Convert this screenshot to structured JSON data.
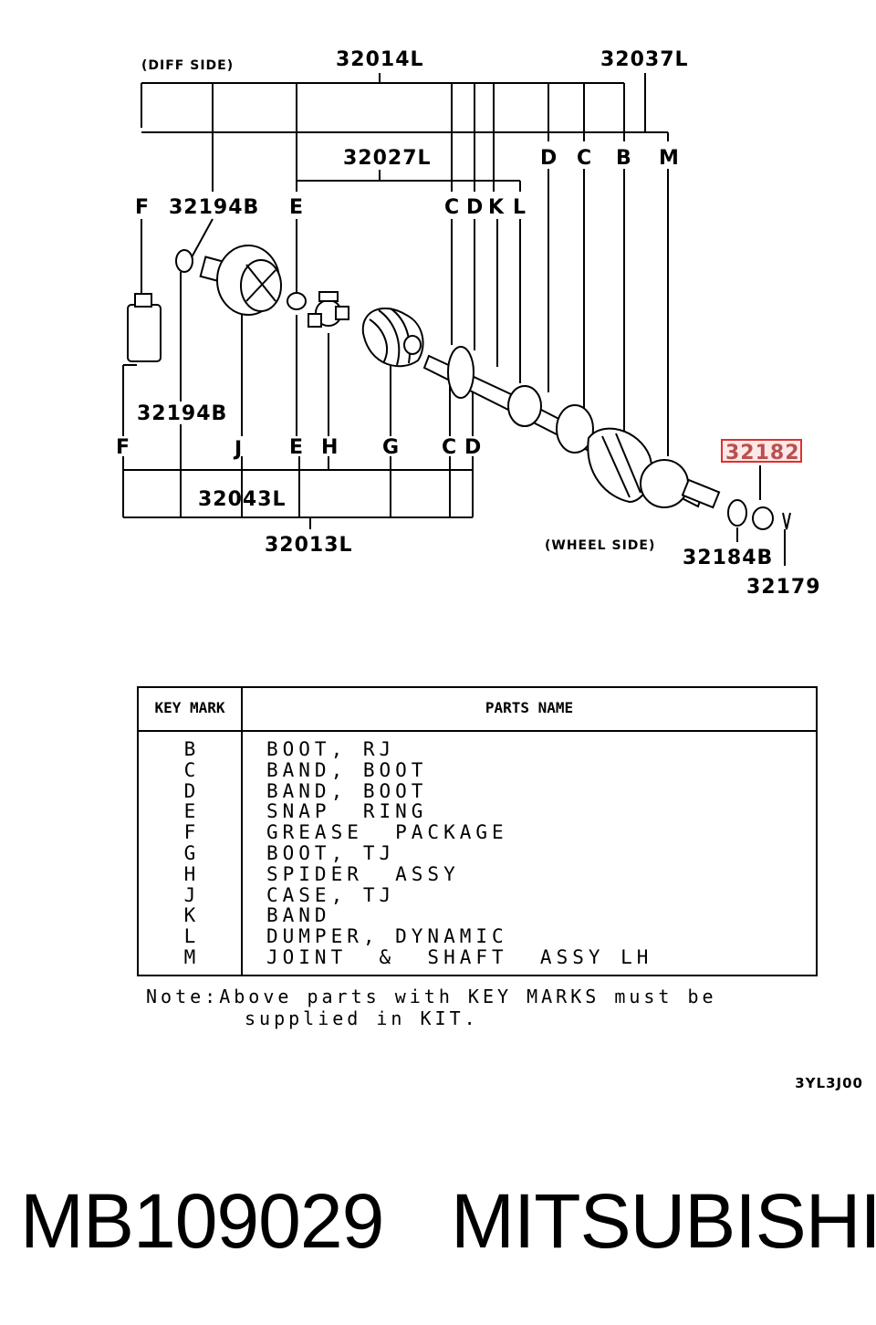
{
  "diagram": {
    "diff_side": "(DIFF SIDE)",
    "wheel_side": "(WHEEL SIDE)",
    "codes": {
      "c32014L": "32014L",
      "c32037L": "32037L",
      "c32027L": "32027L",
      "c32194B_top": "32194B",
      "c32194B_bottom": "32194B",
      "c32043L": "32043L",
      "c32013L": "32013L",
      "c32182": "32182",
      "c32184B": "32184B",
      "c32179": "32179"
    },
    "highlight_color": "#e03030",
    "letters": {
      "F_top": "F",
      "E_top": "E",
      "C_top": "C",
      "D_top": "D",
      "K_top": "K",
      "L_top": "L",
      "D_upper": "D",
      "C_upper": "C",
      "B_upper": "B",
      "M_upper": "M",
      "F_bottom": "F",
      "J_bottom": "J",
      "E_bottom": "E",
      "H_bottom": "H",
      "G_bottom": "G",
      "C_bottom": "C",
      "D_bottom": "D"
    }
  },
  "table": {
    "header_key": "KEY MARK",
    "header_name": "PARTS NAME",
    "rows": [
      {
        "key": "B",
        "name": "BOOT, RJ"
      },
      {
        "key": "C",
        "name": "BAND, BOOT"
      },
      {
        "key": "D",
        "name": "BAND, BOOT"
      },
      {
        "key": "E",
        "name": "SNAP  RING"
      },
      {
        "key": "F",
        "name": "GREASE  PACKAGE"
      },
      {
        "key": "G",
        "name": "BOOT, TJ"
      },
      {
        "key": "H",
        "name": "SPIDER  ASSY"
      },
      {
        "key": "J",
        "name": "CASE, TJ"
      },
      {
        "key": "K",
        "name": "BAND"
      },
      {
        "key": "L",
        "name": "DUMPER, DYNAMIC"
      },
      {
        "key": "M",
        "name": "JOINT  &  SHAFT  ASSY LH"
      }
    ]
  },
  "note": {
    "line1": "Note:Above parts with KEY MARKS must be",
    "line2": "supplied in KIT."
  },
  "ref_code": "3YL3J00",
  "footer": {
    "part_number": "MB109029",
    "brand": "MITSUBISHI"
  }
}
